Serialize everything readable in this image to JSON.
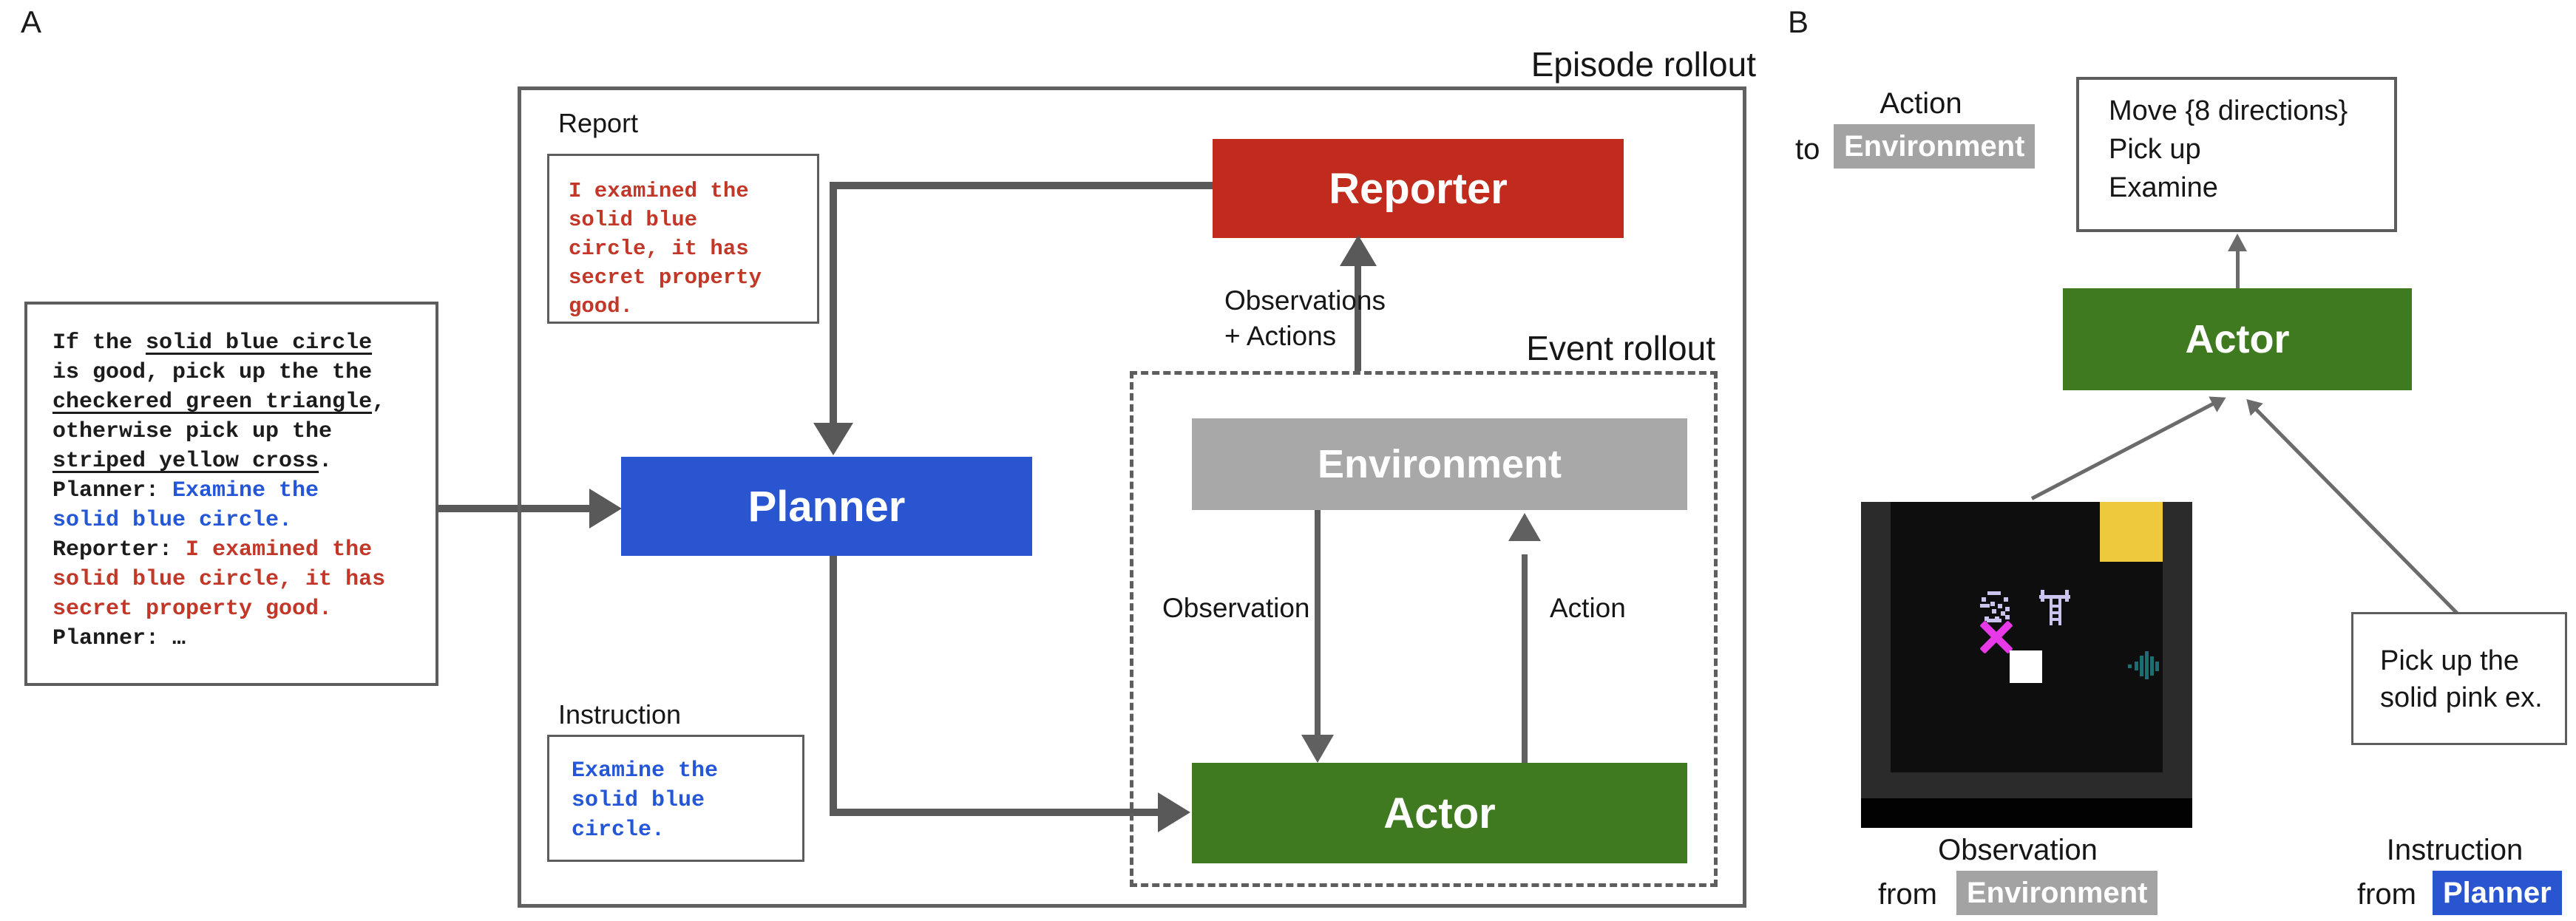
{
  "colors": {
    "reporter_red": "#c02b1d",
    "planner_blue": "#2a55d0",
    "actor_green": "#3f7a21",
    "environment_gray": "#a8a8a8",
    "chip_gray": "#a3a3a3",
    "chip_blue": "#2a55d0",
    "text_red": "#c23727",
    "text_blue": "#2456d8",
    "arrow_gray": "#595959",
    "lavender": "#cbc4ee",
    "magenta": "#e839e8",
    "teal": "#1b6f72",
    "yellow": "#eec93e"
  },
  "panel_a": {
    "label": "A",
    "episode_rollout_label": "Episode rollout",
    "event_rollout_label": "Event rollout",
    "report_label": "Report",
    "instruction_label": "Instruction",
    "prompt_lines": [
      [
        {
          "t": "If the "
        },
        {
          "t": "solid blue circle",
          "s": "u"
        }
      ],
      [
        {
          "t": "is good, pick up the the"
        }
      ],
      [
        {
          "t": "checkered green triangle",
          "s": "u"
        },
        {
          "t": ","
        }
      ],
      [
        {
          "t": "otherwise pick up the"
        }
      ],
      [
        {
          "t": "striped yellow cross",
          "s": "u"
        },
        {
          "t": "."
        }
      ],
      [
        {
          "t": "Planner: "
        },
        {
          "t": "Examine the",
          "s": "c-blue"
        }
      ],
      [
        {
          "t": "solid blue circle.",
          "s": "c-blue"
        }
      ],
      [
        {
          "t": "Reporter: "
        },
        {
          "t": "I examined the",
          "s": "c-red"
        }
      ],
      [
        {
          "t": "solid blue circle, it has",
          "s": "c-red"
        }
      ],
      [
        {
          "t": "secret property good.",
          "s": "c-red"
        }
      ],
      [
        {
          "t": "Planner: "
        },
        {
          "t": "…"
        }
      ]
    ],
    "report_lines": [
      "I examined the",
      "solid blue",
      "circle, it has",
      "secret property",
      "good."
    ],
    "instruction_lines": [
      "Examine the",
      "solid blue",
      "circle."
    ],
    "nodes": {
      "reporter": "Reporter",
      "planner": "Planner",
      "environment": "Environment",
      "actor": "Actor"
    },
    "arrow_labels": {
      "observations": "Observations",
      "plus_actions": "+ Actions",
      "observation": "Observation",
      "action": "Action"
    }
  },
  "panel_b": {
    "label": "B",
    "action_word": "Action",
    "to_word": "to",
    "environment_chip": "Environment",
    "actions_box_lines": [
      "Move {8 directions}",
      "Pick up",
      "Examine"
    ],
    "actor_label": "Actor",
    "pickup_box_lines": [
      "Pick up the",
      "solid pink ex."
    ],
    "caption_observation": {
      "title": "Observation",
      "from": "from",
      "chip": "Environment"
    },
    "caption_instruction": {
      "title": "Instruction",
      "from": "from",
      "chip": "Planner"
    }
  }
}
